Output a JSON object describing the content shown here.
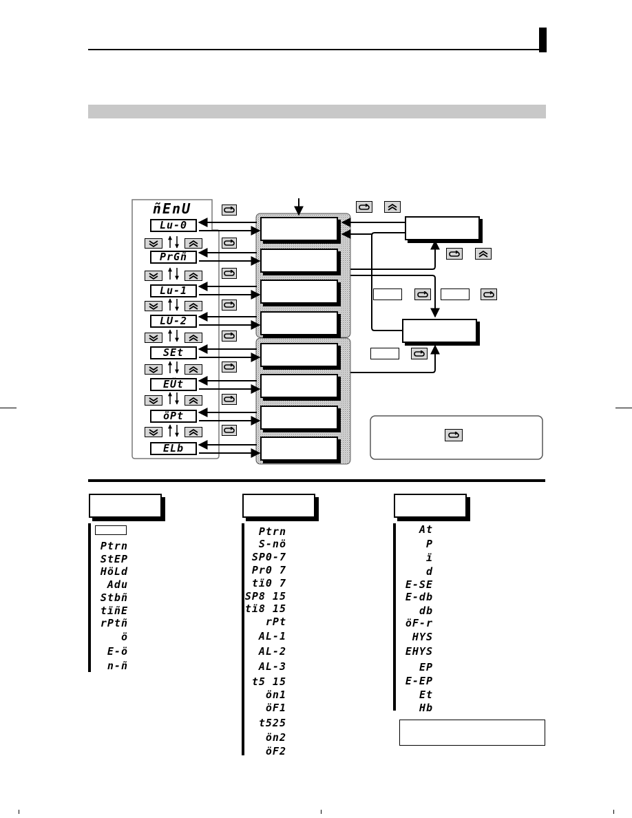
{
  "menu": {
    "title": "ñEnU",
    "items": [
      "Lu-0",
      "PrGñ",
      "Lu-1",
      "LU-2",
      "SEt",
      "EÜt",
      "öPt",
      "ELb"
    ]
  },
  "param_lists": [
    {
      "items": [
        "",
        "Ptrn",
        "StEP",
        "HöLd",
        "Adu",
        "Stbñ",
        "tïñE",
        "rPtñ",
        "ö",
        "E-ö",
        "n-ñ"
      ]
    },
    {
      "items": [
        "Ptrn",
        "S-nö",
        "SP0-7",
        "Pr0 7",
        "tï0 7",
        "SP8 15",
        "tï8 15",
        "rPt",
        "AL-1",
        "AL-2",
        "AL-3",
        "t5 15",
        "ön1",
        "öF1",
        "t525",
        "ön2",
        "öF2"
      ]
    },
    {
      "items": [
        "At",
        "P",
        "ï",
        "d",
        "E-SE",
        "E-db",
        "db",
        "öF-r",
        "HYS",
        "EHYS",
        "EP",
        "E-EP",
        "Et",
        "Hb"
      ]
    }
  ],
  "icons": {
    "enter_key": "mode-return-key-icon",
    "up_key": "up-key-icon",
    "down_key": "down-key-icon"
  },
  "colors": {
    "ink": "#000000",
    "key_fill": "#d6d6d6",
    "section_bar": "#c8c8c8",
    "stipple": "#bdbdbd"
  }
}
